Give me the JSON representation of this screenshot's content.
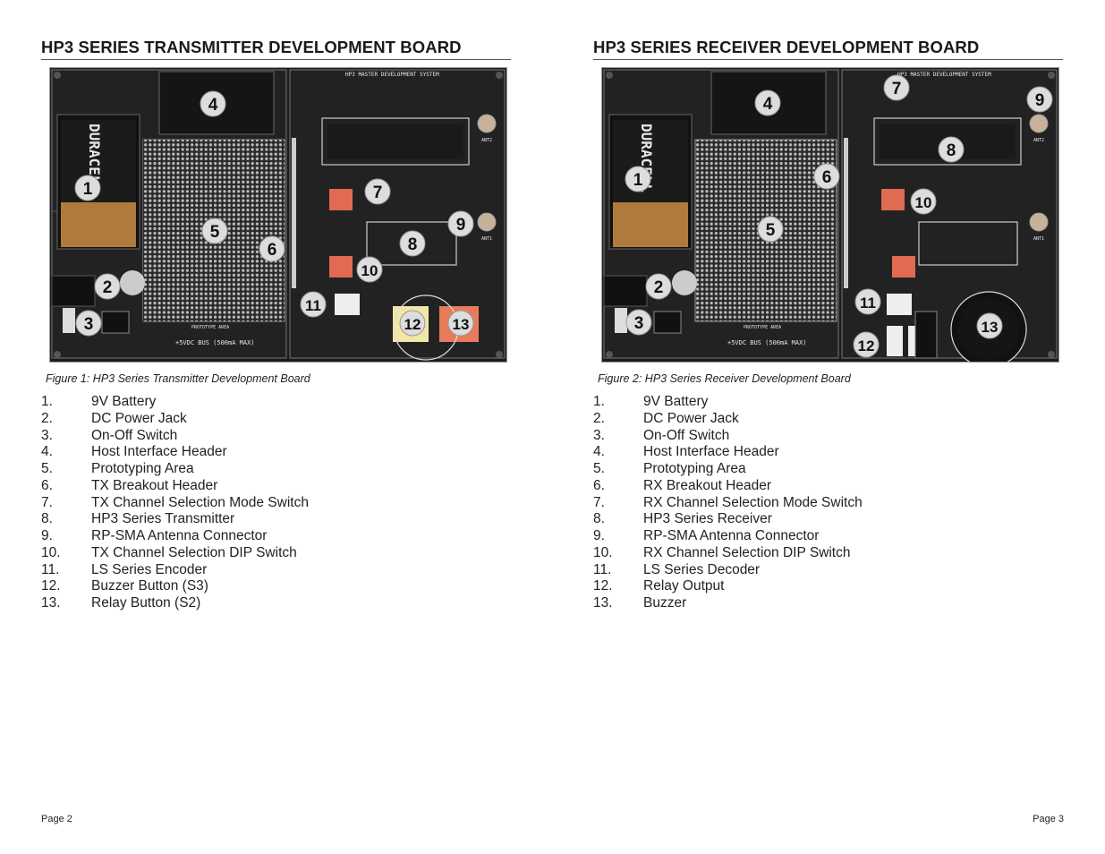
{
  "left_page": {
    "title": "HP3 SERIES TRANSMITTER DEVELOPMENT BOARD",
    "figure_caption": "Figure 1: HP3 Series Transmitter Development Board",
    "board_text": {
      "header": "HP3 MASTER DEVELOPMENT SYSTEM",
      "bus": "+5VDC BUS (500mA MAX)",
      "proto": "PROTOTYPE AREA",
      "ant": "ANT2",
      "ant1": "ANT1",
      "battery": "DURACELL"
    },
    "callouts": [
      "1",
      "2",
      "3",
      "4",
      "5",
      "6",
      "7",
      "8",
      "9",
      "10",
      "11",
      "12",
      "13"
    ],
    "items": [
      {
        "num": "1.",
        "label": "9V Battery"
      },
      {
        "num": "2.",
        "label": "DC Power Jack"
      },
      {
        "num": "3.",
        "label": "On-Off Switch"
      },
      {
        "num": "4.",
        "label": "Host Interface Header"
      },
      {
        "num": "5.",
        "label": "Prototyping Area"
      },
      {
        "num": "6.",
        "label": "TX Breakout Header"
      },
      {
        "num": "7.",
        "label": "TX Channel Selection Mode Switch"
      },
      {
        "num": "8.",
        "label": "HP3 Series Transmitter"
      },
      {
        "num": "9.",
        "label": "RP-SMA Antenna Connector"
      },
      {
        "num": "10.",
        "label": "TX Channel Selection DIP Switch"
      },
      {
        "num": "11.",
        "label": "LS Series Encoder"
      },
      {
        "num": "12.",
        "label": "Buzzer Button (S3)"
      },
      {
        "num": "13.",
        "label": "Relay Button (S2)"
      }
    ],
    "page_number": "Page 2"
  },
  "right_page": {
    "title": "HP3 SERIES RECEIVER DEVELOPMENT BOARD",
    "figure_caption": "Figure 2: HP3 Series Receiver Development Board",
    "board_text": {
      "header": "HP3 MASTER DEVELOPMENT SYSTEM",
      "bus": "+5VDC BUS (500mA MAX)",
      "proto": "PROTOTYPE AREA",
      "ant": "ANT2",
      "ant1": "ANT1",
      "battery": "DURACELL"
    },
    "callouts": [
      "1",
      "2",
      "3",
      "4",
      "5",
      "6",
      "7",
      "8",
      "9",
      "10",
      "11",
      "12",
      "13"
    ],
    "items": [
      {
        "num": "1.",
        "label": "9V Battery"
      },
      {
        "num": "2.",
        "label": "DC Power Jack"
      },
      {
        "num": "3.",
        "label": "On-Off Switch"
      },
      {
        "num": "4.",
        "label": "Host Interface Header"
      },
      {
        "num": "5.",
        "label": "Prototyping Area"
      },
      {
        "num": "6.",
        "label": "RX Breakout Header"
      },
      {
        "num": "7.",
        "label": "RX Channel Selection Mode Switch"
      },
      {
        "num": "8.",
        "label": "HP3 Series Receiver"
      },
      {
        "num": "9.",
        "label": "RP-SMA Antenna Connector"
      },
      {
        "num": "10.",
        "label": "RX Channel Selection DIP Switch"
      },
      {
        "num": "11.",
        "label": "LS Series Decoder"
      },
      {
        "num": "12.",
        "label": "Relay Output"
      },
      {
        "num": "13.",
        "label": "Buzzer"
      }
    ],
    "page_number": "Page 3"
  }
}
